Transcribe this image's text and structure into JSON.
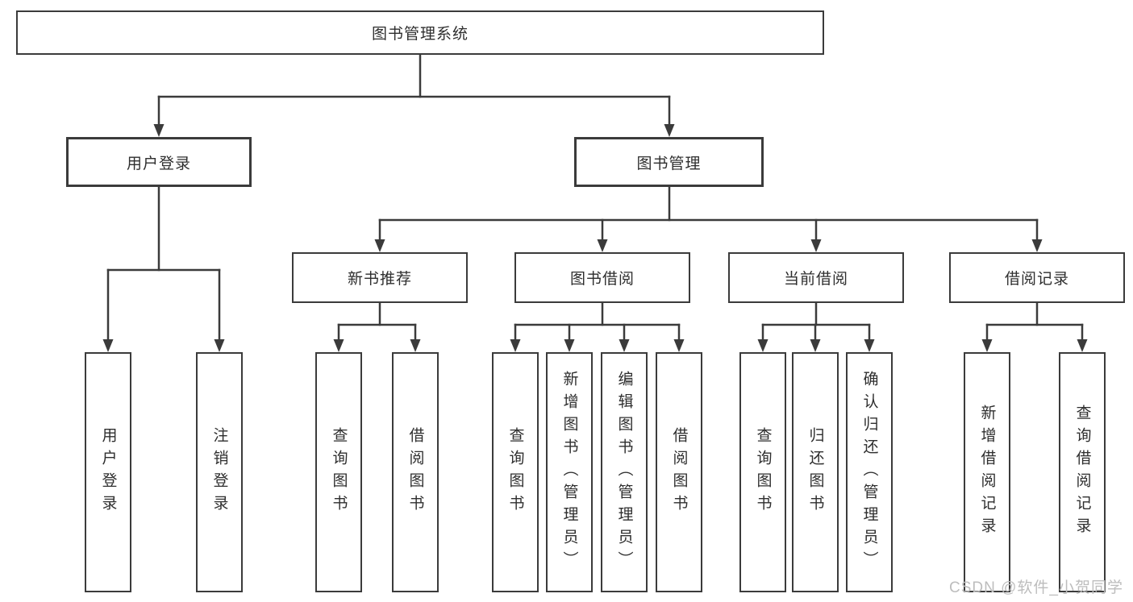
{
  "tree": {
    "root": "图书管理系统",
    "branches": [
      {
        "label": "用户登录",
        "leaves": [
          "用户登录",
          "注销登录"
        ]
      },
      {
        "label": "图书管理",
        "children": [
          {
            "label": "新书推荐",
            "leaves": [
              "查询图书",
              "借阅图书"
            ]
          },
          {
            "label": "图书借阅",
            "leaves": [
              "查询图书",
              "新增图书（管理员）",
              "编辑图书（管理员）",
              "借阅图书"
            ]
          },
          {
            "label": "当前借阅",
            "leaves": [
              "查询图书",
              "归还图书",
              "确认归还（管理员）"
            ]
          },
          {
            "label": "借阅记录",
            "leaves": [
              "新增借阅记录",
              "查询借阅记录"
            ]
          }
        ]
      }
    ]
  },
  "watermark": {
    "text": "CSDN @软件_小贺同学",
    "color": "#bdbdbd"
  },
  "colors": {
    "line": "#3b3b3b",
    "text": "#2e2e2e",
    "background": "#ffffff"
  }
}
